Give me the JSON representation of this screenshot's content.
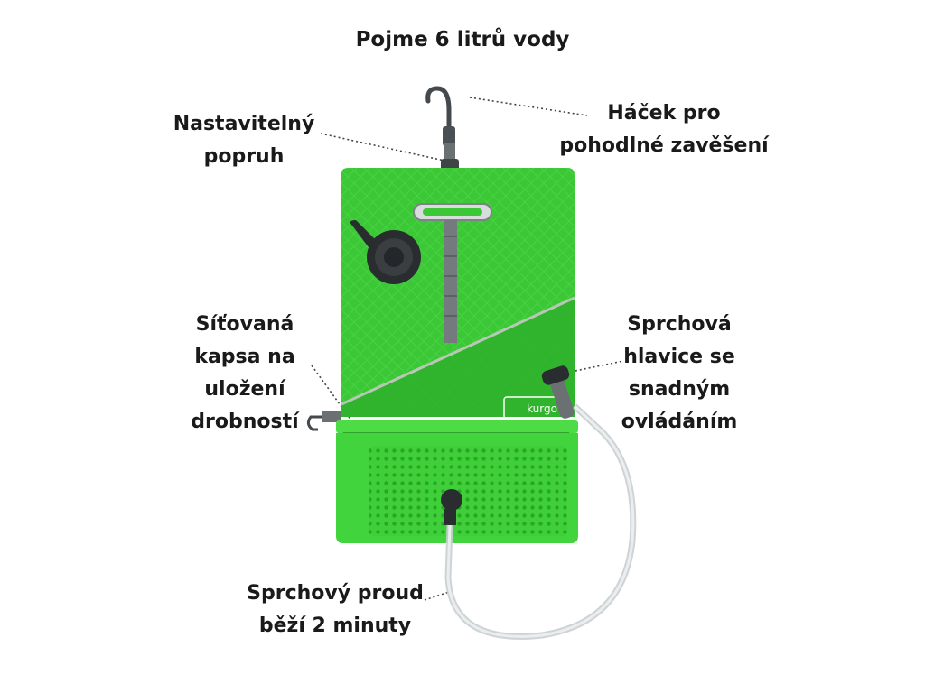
{
  "title": "Pojme 6 litrů vody",
  "labels": {
    "strap": [
      "Nastavitelný",
      "popruh"
    ],
    "hook": [
      "Háček pro",
      "pohodlné zavěšení"
    ],
    "pocket": [
      "Síťovaná",
      "kapsa na",
      "uložení",
      "drobností"
    ],
    "shower_head": [
      "Sprchová",
      "hlavice se",
      "snadným",
      "ovládáním"
    ],
    "flow": [
      "Sprchový proud",
      "běží 2 minuty"
    ]
  },
  "brand_logo": "kurgo",
  "colors": {
    "bag_green": "#3ec83a",
    "bag_dark_green": "#2fae2c",
    "pocket_green": "#46d63f",
    "strap_gray": "#6b7073",
    "text": "#1a1a1a"
  }
}
